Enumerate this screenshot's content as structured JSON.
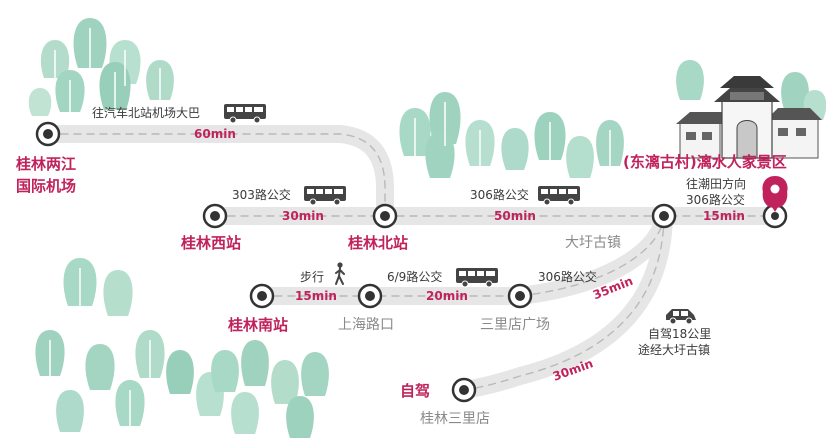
{
  "stations": {
    "airport": "桂林两江\n国际机场",
    "guilin_west": "桂林西站",
    "guilin_north": "桂林北站",
    "daxu": "大圩古镇",
    "scenic": "(东漓古村)漓水人家景区",
    "guilin_south": "桂林南站",
    "shanghai_road": "上海路口",
    "sanlidian_square": "三里店广场",
    "self_drive": "自驾",
    "guilin_sanlidian": "桂林三里店"
  },
  "routes": {
    "airport_bus": "往汽车北站机场大巴",
    "bus_303": "303路公交",
    "bus_306_top": "306路公交",
    "to_chaotian_1": "往潮田方向",
    "to_chaotian_2": "306路公交",
    "walk": "步行",
    "bus_6_9": "6/9路公交",
    "bus_306_bottom": "306路公交",
    "drive_1": "自驾18公里",
    "drive_2": "途经大圩古镇"
  },
  "times": {
    "airport_north": "60min",
    "west_north": "30min",
    "north_daxu": "50min",
    "daxu_scenic": "15min",
    "south_shanghai": "15min",
    "shanghai_square": "20min",
    "square_daxu": "35min",
    "drive": "30min"
  },
  "colors": {
    "accent": "#c0235c",
    "road": "#e6e6e6",
    "tree": "#9fd3c0",
    "text_gray": "#8a8a8a"
  }
}
